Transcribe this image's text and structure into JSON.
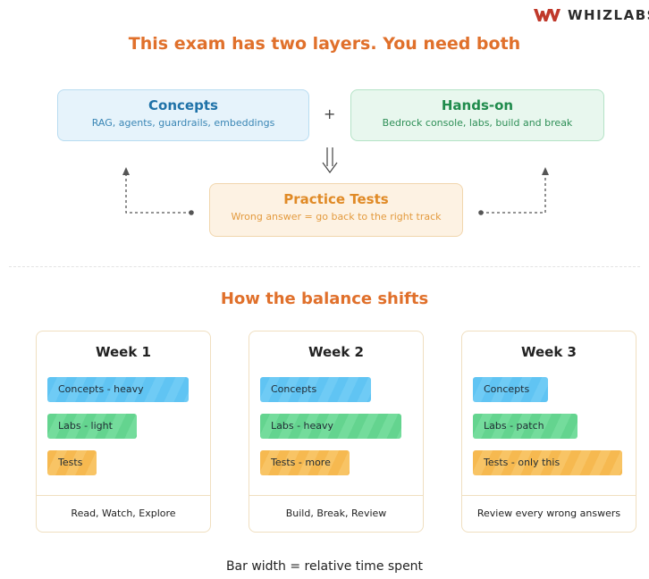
{
  "brand": {
    "name": "WHIZLABS",
    "accent": "#c0392b"
  },
  "header": {
    "title": "This exam has two layers. You need both"
  },
  "layers": {
    "concepts": {
      "title": "Concepts",
      "subtitle": "RAG, agents, guardrails, embeddings",
      "color": "#1f72a8"
    },
    "operator": "+",
    "handson": {
      "title": "Hands-on",
      "subtitle": "Bedrock console, labs, build and break",
      "color": "#1f8b4c"
    },
    "practice": {
      "title": "Practice Tests",
      "subtitle": "Wrong answer = go back to the right track",
      "color": "#e08a26"
    }
  },
  "balance": {
    "title": "How the balance shifts",
    "weeks": [
      {
        "name": "Week 1",
        "bars": [
          {
            "label": "Concepts - heavy",
            "kind": "concepts",
            "share": 0.92
          },
          {
            "label": "Labs - light",
            "kind": "labs",
            "share": 0.58
          },
          {
            "label": "Tests",
            "kind": "tests",
            "share": 0.32
          }
        ],
        "footer": "Read, Watch, Explore"
      },
      {
        "name": "Week 2",
        "bars": [
          {
            "label": "Concepts",
            "kind": "concepts",
            "share": 0.72
          },
          {
            "label": "Labs - heavy",
            "kind": "labs",
            "share": 0.92
          },
          {
            "label": "Tests - more",
            "kind": "tests",
            "share": 0.58
          }
        ],
        "footer": "Build, Break, Review"
      },
      {
        "name": "Week 3",
        "bars": [
          {
            "label": "Concepts",
            "kind": "concepts",
            "share": 0.49
          },
          {
            "label": "Labs - patch",
            "kind": "labs",
            "share": 0.68
          },
          {
            "label": "Tests - only this",
            "kind": "tests",
            "share": 0.97
          }
        ],
        "footer": "Review every wrong answers"
      }
    ],
    "colors": {
      "concepts": "#60c4f3",
      "labs": "#64d48f",
      "tests": "#f6b950"
    }
  },
  "caption": "Bar width = relative time spent"
}
